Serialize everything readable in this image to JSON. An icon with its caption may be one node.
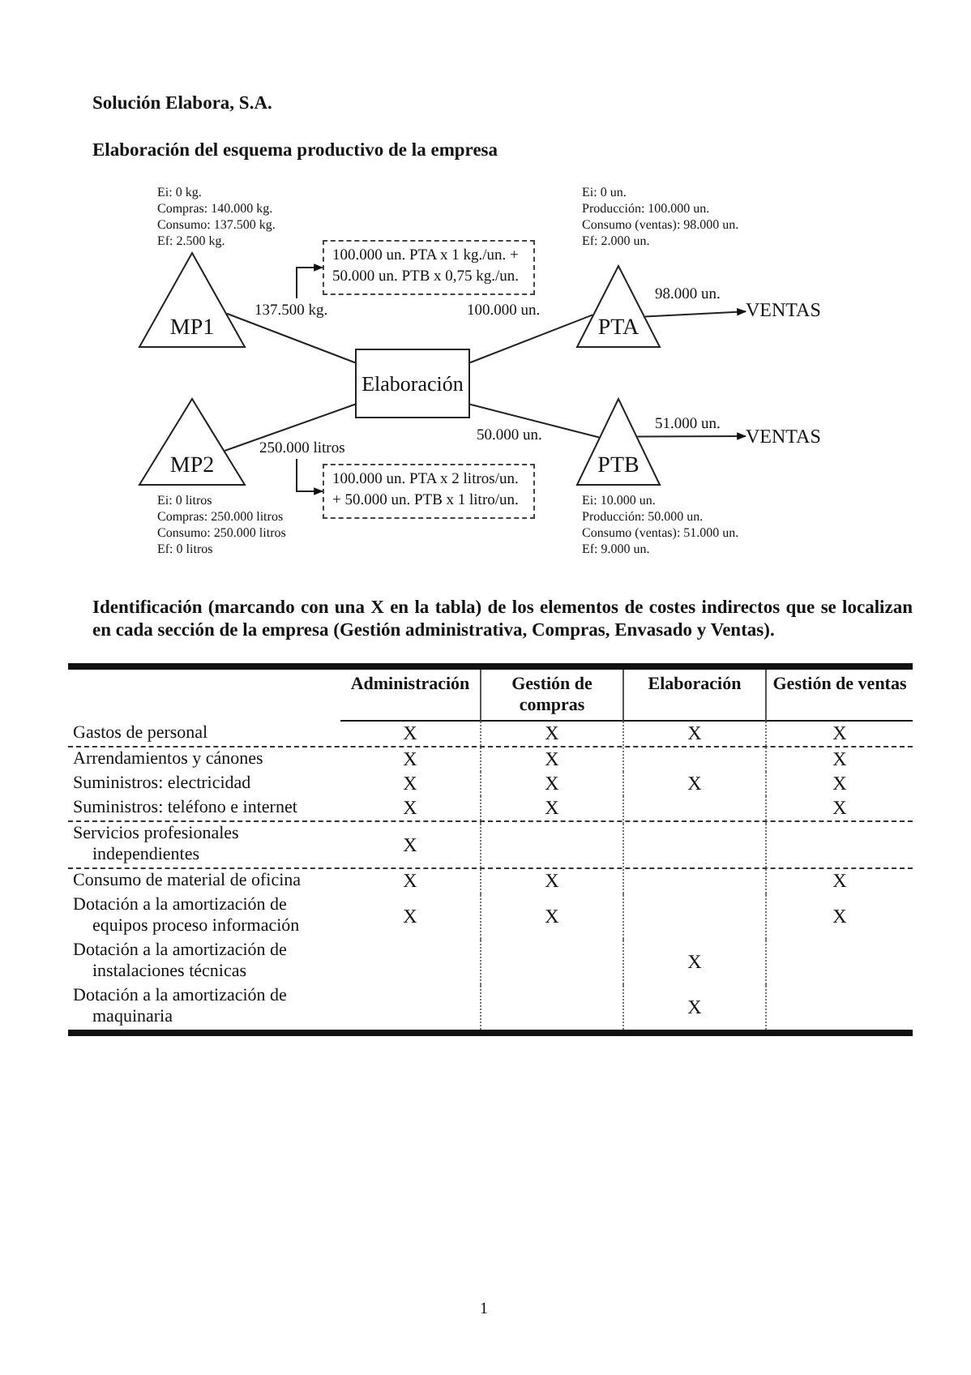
{
  "diagram": {
    "title": "Solución Elabora, S.A.",
    "nodes": [
      {
        "text": [
          "MP1"
        ],
        "beside": [
          "Ei: 0 kg.",
          "Compras: 140.000 kg.",
          "Consumo: 137.500 kg.",
          "Ef: 2.500 kg."
        ]
      },
      {
        "text": [
          "MP2"
        ],
        "beside": [
          "Ei: 0 litros",
          "Compras: 250.000 litros",
          "Consumo: 250.000 litros",
          "Ef: 0 litros"
        ]
      },
      {
        "text": [
          "Elaboración"
        ]
      },
      {
        "text": [
          "PTA"
        ],
        "beside": [
          "Ei: 0 un.",
          "Producción: 100.000 un.",
          "Consumo (ventas): 98.000 un.",
          "Ef: 2.000 un."
        ]
      },
      {
        "text": [
          "PTB"
        ],
        "beside": [
          "Ei: 10.000 un.",
          "Producción: 50.000 un.",
          "Consumo (ventas): 51.000 un.",
          "Ef: 9.000 un."
        ]
      },
      {
        "text": [
          "VENTAS"
        ]
      },
      {
        "text": [
          "VENTAS"
        ]
      },
      {
        "text": [
          "100.000 un. PTA x 1 kg./un. + 50.000 un. PTB x 0,75 kg./un."
        ]
      },
      {
        "text": [
          "100.000 un. PTA x 2 litros/un. + 50.000 un. PTB x 1 litro/un."
        ]
      }
    ],
    "edges": [
      {
        "from": 0,
        "to": 2,
        "arrow": "none",
        "label": "137.500 kg."
      },
      {
        "from": 1,
        "to": 2,
        "arrow": "none",
        "label": "250.000 litros"
      },
      {
        "from": 2,
        "to": 3,
        "arrow": "none",
        "label": "100.000 un."
      },
      {
        "from": 2,
        "to": 4,
        "arrow": "none",
        "label": "50.000 un."
      },
      {
        "from": 3,
        "to": 5,
        "arrow": "to",
        "label": "98.000 un."
      },
      {
        "from": 4,
        "to": 6,
        "arrow": "to",
        "label": "51.000 un."
      },
      {
        "from": null,
        "to": 7,
        "arrow": "to"
      },
      {
        "from": null,
        "to": 8,
        "arrow": "to"
      }
    ],
    "labels": [
      "Elaboración del esquema productivo de la empresa",
      "Identificación (marcando con una X en la tabla) de los elementos de costes indirectos que se localizan en cada sección de la empresa (Gestión administrativa, Compras, Envasado y Ventas).",
      "Administración",
      "Gestión de compras",
      "Elaboración",
      "Gestión de ventas",
      "Gastos de personal",
      "X",
      "X",
      "X",
      "X",
      "Arrendamientos y cánones",
      "X",
      "X",
      "X",
      "Suministros: electricidad",
      "X",
      "X",
      "X",
      "X",
      "Suministros: teléfono e internet",
      "X",
      "X",
      "X",
      "Servicios profesionales independientes",
      "X",
      "Consumo de material de oficina",
      "X",
      "X",
      "X",
      "Dotación a la amortización de equipos proceso información",
      "X",
      "X",
      "X",
      "Dotación a la amortización de instalaciones técnicas",
      "X",
      "Dotación a la amortización de maquinaria",
      "X",
      "1"
    ]
  }
}
